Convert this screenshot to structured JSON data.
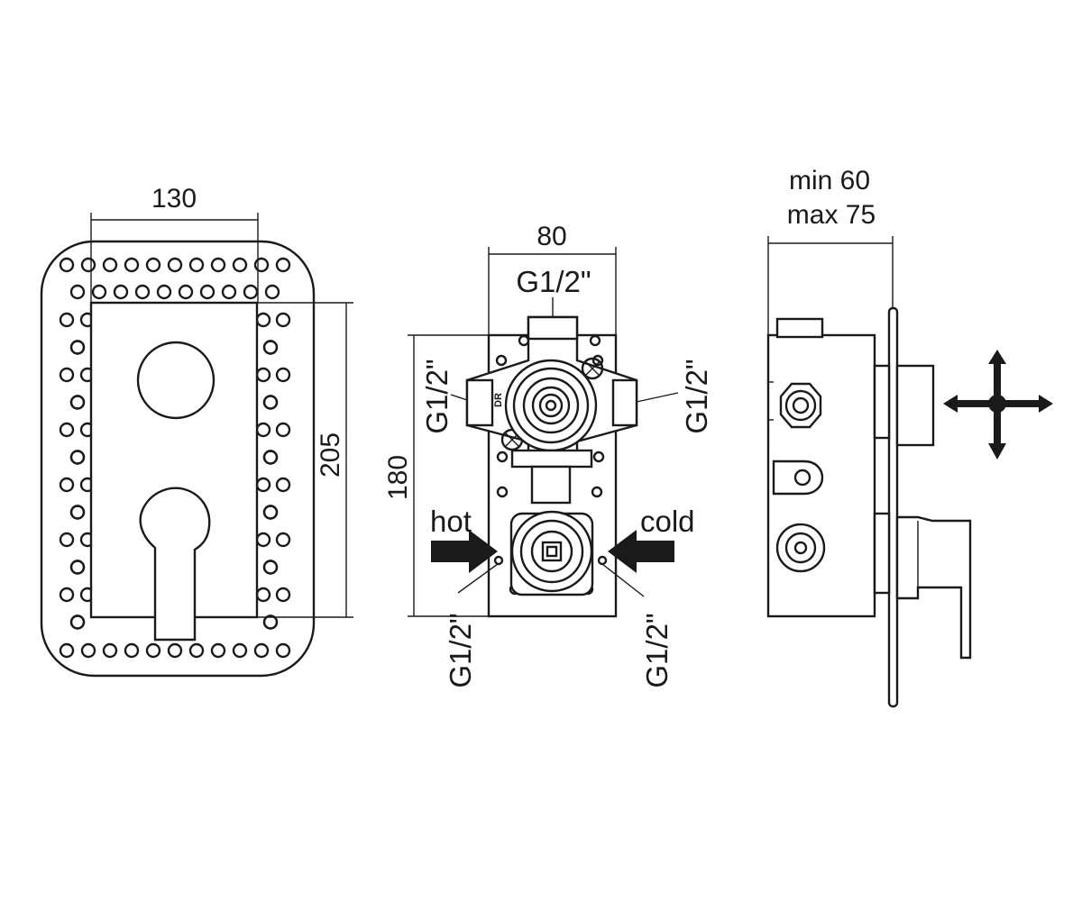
{
  "front_view": {
    "width_label": "130",
    "height_label": "205"
  },
  "body_view": {
    "width_label": "80",
    "height_label": "180",
    "top_thread": "G1/2\"",
    "left_thread": "G1/2\"",
    "right_thread": "G1/2\"",
    "bottom_left_thread": "G1/2\"",
    "bottom_right_thread": "G1/2\"",
    "hot_label": "hot",
    "cold_label": "cold",
    "stamp": "DR"
  },
  "side_view": {
    "depth_min": "min 60",
    "depth_max": "max 75",
    "arrow_icon": "four-way-arrow-icon"
  },
  "colors": {
    "line": "#1a1a1a",
    "background": "#ffffff"
  }
}
